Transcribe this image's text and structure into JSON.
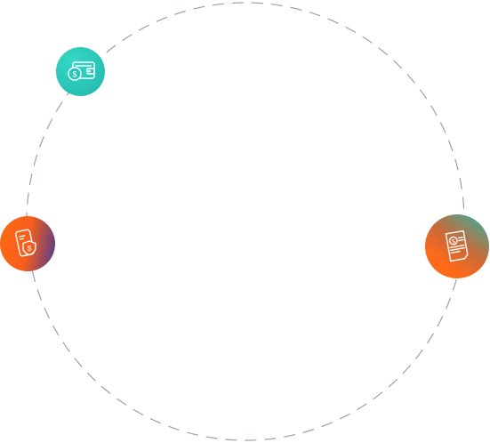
{
  "orbit": {
    "ring_color": "#9aa1ad",
    "dash_style": "dashed"
  },
  "badges": [
    {
      "id": "wallet",
      "icon": "wallet-money-icon",
      "gradient": [
        "#2bd0bf",
        "#27b8ad"
      ]
    },
    {
      "id": "phone",
      "icon": "mobile-payment-shield-icon",
      "gradient": [
        "#ff6a13",
        "#f25a22",
        "#5a3a8a"
      ]
    },
    {
      "id": "invoice",
      "icon": "invoice-dollar-icon",
      "gradient": [
        "#ff6a1a",
        "#f26b2a",
        "#2bb7a3"
      ]
    }
  ]
}
